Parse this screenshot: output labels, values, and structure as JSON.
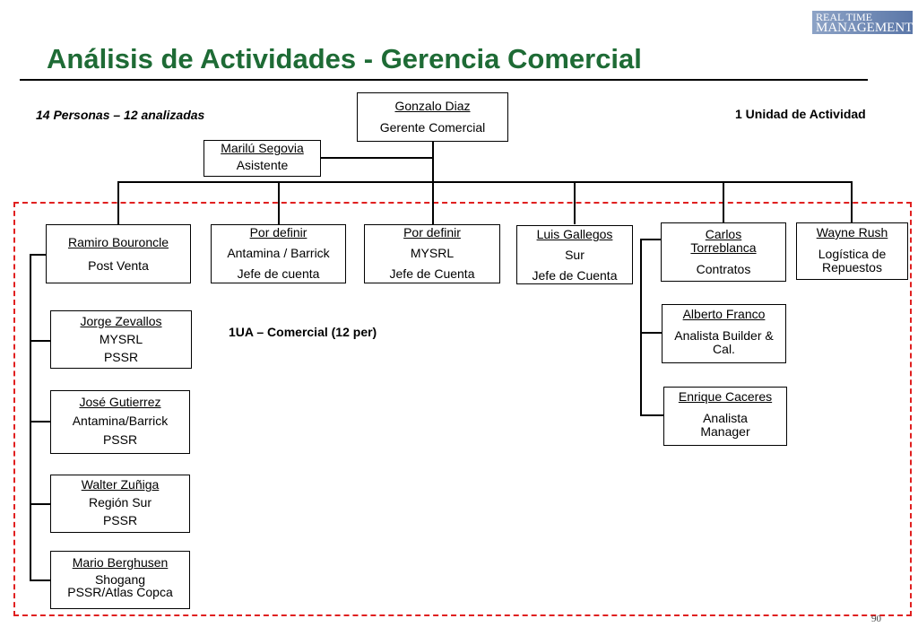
{
  "title": "Análisis de Actividades - Gerencia Comercial",
  "logo": {
    "line1": "REAL TIME",
    "line2": "MANAGEMENT"
  },
  "personas_note": "14 Personas – 12 analizadas",
  "unidad_note": "1 Unidad de Actividad",
  "ua_note": "1UA – Comercial (12 per)",
  "page_number": "90",
  "head": {
    "name": "Gonzalo Diaz",
    "role": "Gerente Comercial"
  },
  "assistant": {
    "name": "Marilú Segovia",
    "role": "Asistente"
  },
  "managers": [
    {
      "name": "Ramiro Bouroncle",
      "l1": "Post Venta",
      "l2": ""
    },
    {
      "name": "Por definir",
      "l1": "Antamina / Barrick",
      "l2": "Jefe de cuenta"
    },
    {
      "name": "Por definir",
      "l1": "MYSRL",
      "l2": "Jefe de Cuenta"
    },
    {
      "name": "Luis Gallegos",
      "l1": "Sur",
      "l2": "Jefe de Cuenta"
    },
    {
      "name": "Carlos Torreblanca",
      "l1": "Contratos",
      "l2": ""
    },
    {
      "name": "Wayne Rush",
      "l1": "Logística de Repuestos",
      "l2": ""
    }
  ],
  "post_venta_staff": [
    {
      "name": "Jorge Zevallos",
      "l1": "MYSRL",
      "l2": "PSSR"
    },
    {
      "name": "José Gutierrez",
      "l1": "Antamina/Barrick",
      "l2": "PSSR"
    },
    {
      "name": "Walter Zuñiga",
      "l1": "Región Sur",
      "l2": "PSSR"
    },
    {
      "name": "Mario Berghusen",
      "l1": "Shogang",
      "l2": "PSSR/Atlas Copca"
    }
  ],
  "contratos_staff": [
    {
      "name": "Alberto Franco",
      "l1": "Analista Builder & Cal."
    },
    {
      "name": "Enrique Caceres",
      "l1": "Analista Manager"
    }
  ]
}
